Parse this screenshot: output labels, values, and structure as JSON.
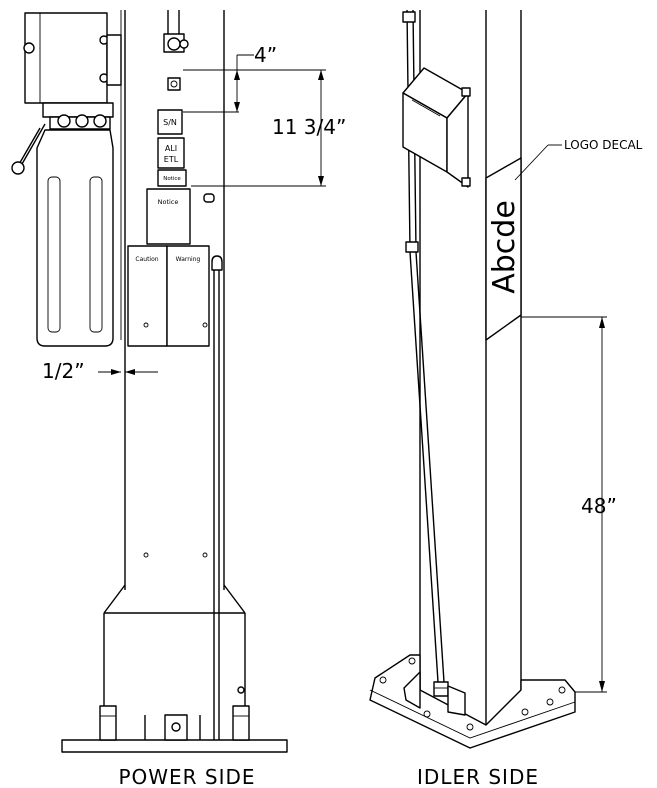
{
  "dimensions": {
    "top_gap": "4”",
    "decal_span": "11 3/4”",
    "side_clearance": "1/2”",
    "logo_height": "48”"
  },
  "decals": {
    "serial": "S/N",
    "ali_line1": "ALI",
    "ali_line2": "ETL",
    "notice_small": "Notice",
    "notice": "Notice",
    "caution": "Caution",
    "warning": "Warning"
  },
  "logo": {
    "callout": "LOGO DECAL",
    "text": "Abcde"
  },
  "captions": {
    "power_side": "POWER SIDE",
    "idler_side": "IDLER SIDE"
  }
}
